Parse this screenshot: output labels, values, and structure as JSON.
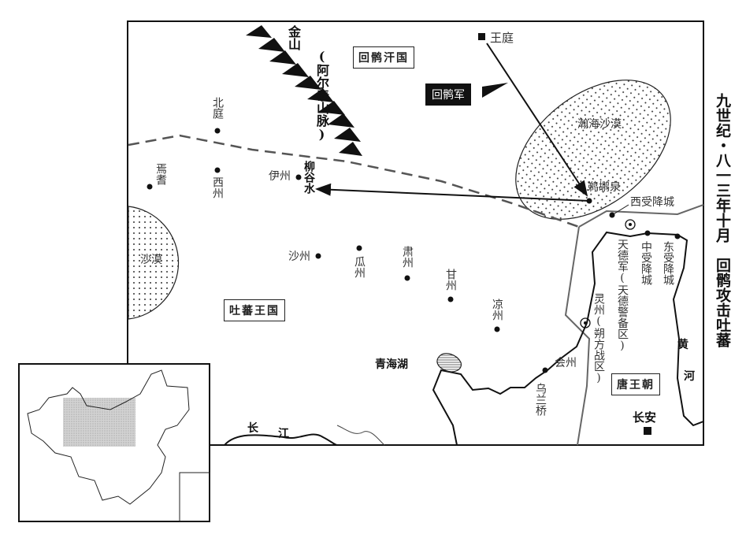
{
  "title": "九世纪・八一三年十月　回鹘攻击吐蕃",
  "states": {
    "uighur": "回鹘汗国",
    "tibet": "吐蕃王国",
    "tang": "唐王朝"
  },
  "army": "回鹘军",
  "mountains": {
    "name": "金山",
    "alt": "(阿尔泰山脉)"
  },
  "deserts": {
    "hanhai": "瀚海沙漠",
    "west": "沙漠"
  },
  "rivers": {
    "liugu": "柳谷水",
    "yangtze_1": "长",
    "yangtze_2": "江",
    "yellow_1": "黄",
    "yellow_2": "河"
  },
  "lake": "青海湖",
  "places": {
    "wangting": "王庭",
    "beiting": "北庭",
    "yanqi": "焉耆",
    "xizhou": "西州",
    "yizhou": "伊州",
    "tihuquan": "鹈鹕泉",
    "xishou": "西受降城",
    "zhongshou": "中受降城",
    "dongshou": "东受降城",
    "tiande": "天德军(天德警备区)",
    "lingzhou": "灵州(朔方战区)",
    "huizhou": "会州",
    "wulanqiao": "乌兰桥",
    "shazhou": "沙州",
    "guazhou": "瓜州",
    "suzhou": "肃州",
    "ganzhou": "甘州",
    "liangzhou": "凉州",
    "changan": "长安"
  }
}
